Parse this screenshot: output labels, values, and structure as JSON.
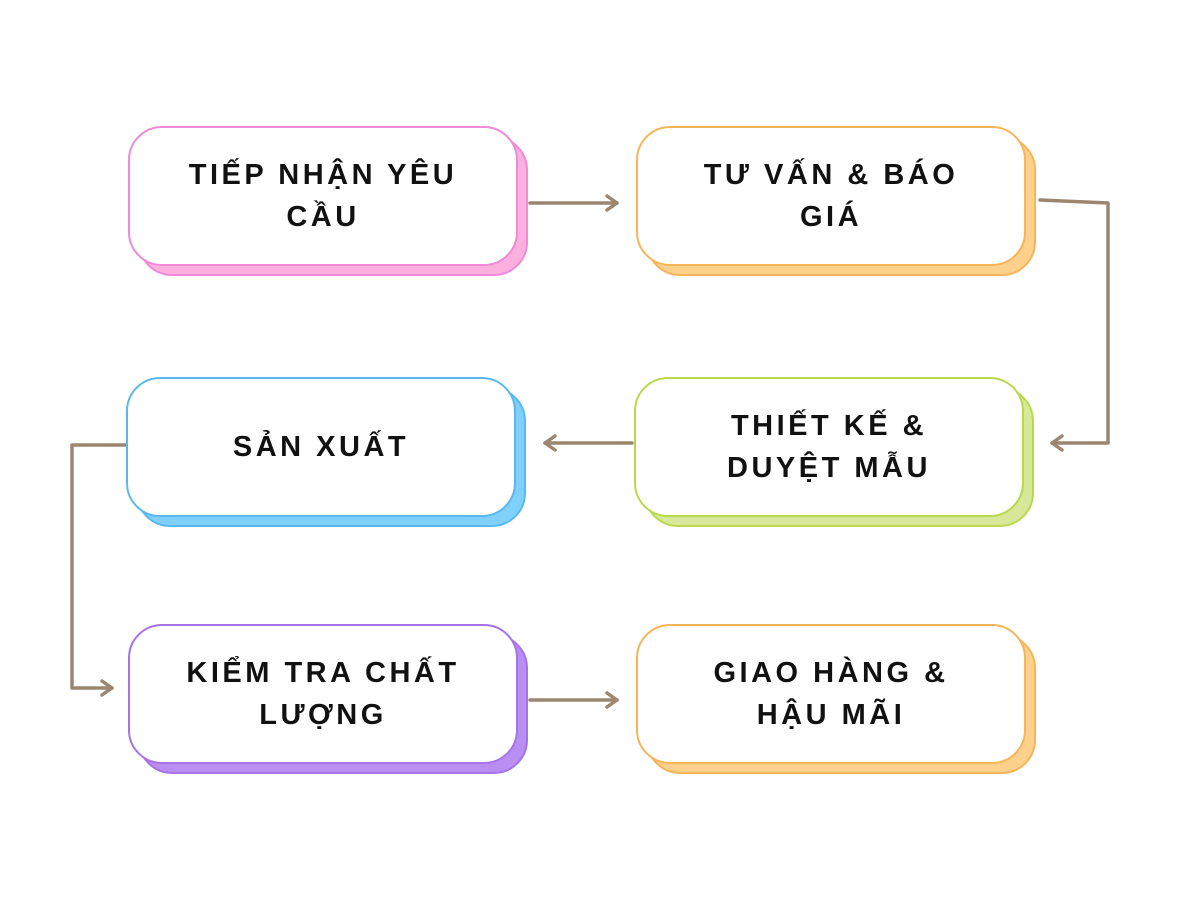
{
  "steps": [
    {
      "label": "TIẾP NHẬN YÊU CẦU",
      "color": "#f08ad6",
      "shadow": "#fbb0e0"
    },
    {
      "label": "TƯ VẤN & BÁO GIÁ",
      "color": "#f7b55a",
      "shadow": "#fdd08c"
    },
    {
      "label": "THIẾT KẾ & DUYỆT MẪU",
      "color": "#b9d84e",
      "shadow": "#d8e89a"
    },
    {
      "label": "SẢN XUẤT",
      "color": "#5ab8ee",
      "shadow": "#7fd0fb"
    },
    {
      "label": "KIỂM TRA CHẤT LƯỢNG",
      "color": "#a873e8",
      "shadow": "#b98ef2"
    },
    {
      "label": "GIAO HÀNG & HẬU MÃI",
      "color": "#f7b55a",
      "shadow": "#fdd08c"
    }
  ],
  "arrow_color": "#9c8670"
}
